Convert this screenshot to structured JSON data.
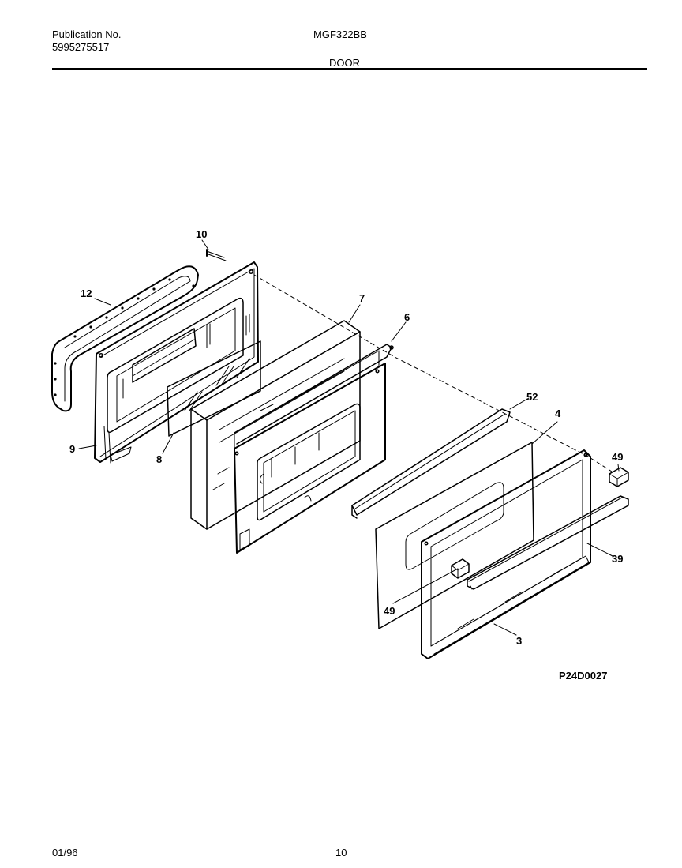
{
  "header": {
    "pub_label": "Publication No.",
    "pub_number": "5995275517",
    "model": "MGF322BB",
    "section": "DOOR"
  },
  "footer": {
    "date": "01/96",
    "page": "10"
  },
  "diagram": {
    "code": "P24D0027",
    "callouts": [
      "10",
      "12",
      "9",
      "8",
      "7",
      "6",
      "52",
      "4",
      "49",
      "39",
      "49",
      "3"
    ]
  }
}
